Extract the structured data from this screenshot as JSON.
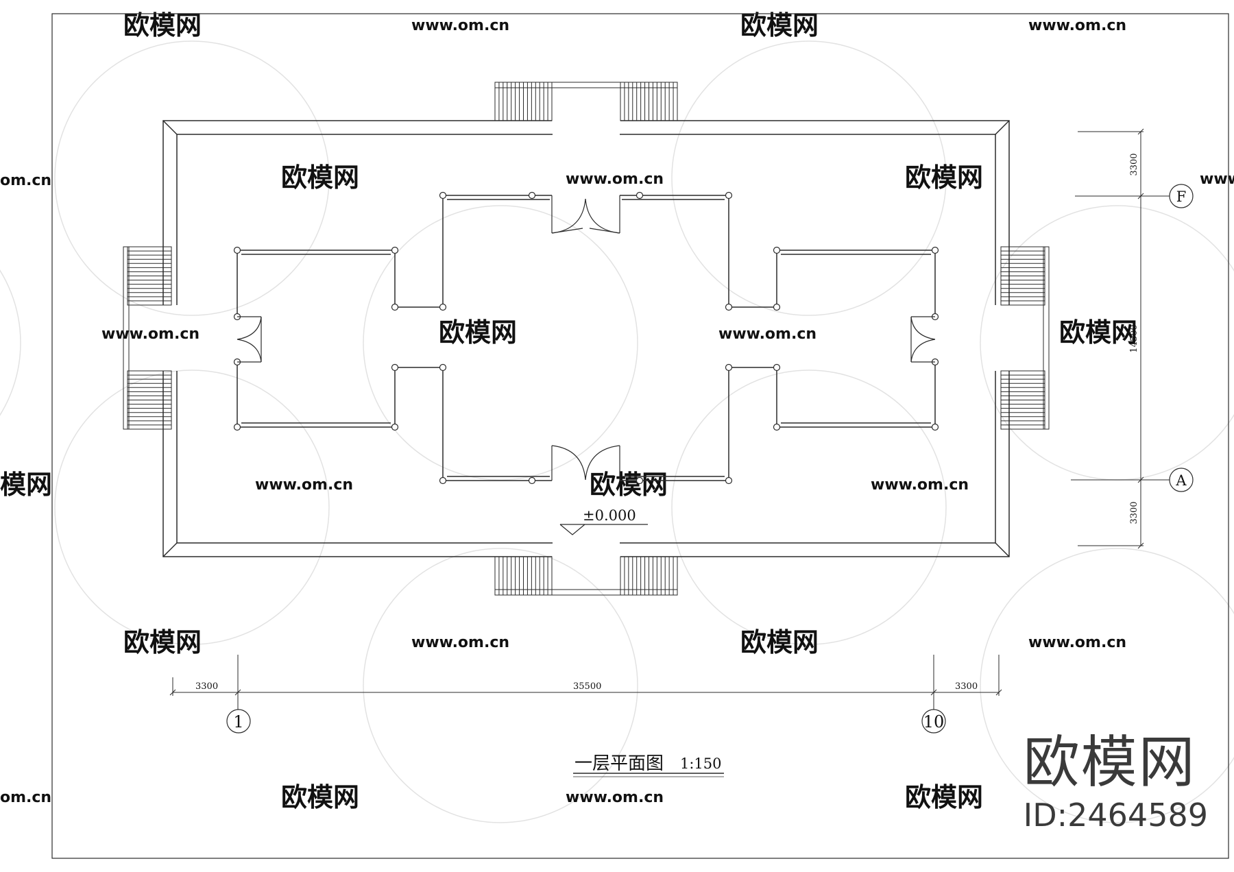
{
  "drawing": {
    "title": "一层平面图",
    "scale": "1:150",
    "level": "±0.000",
    "dims": {
      "left_bay": "3300",
      "center_span": "35500",
      "right_bay": "3300",
      "top_bay": "3300",
      "middle_span": "14500",
      "bottom_bay": "3300"
    },
    "axes": {
      "bottom_left": "1",
      "bottom_right": "10",
      "right_top": "F",
      "right_bottom": "A"
    }
  },
  "watermark": {
    "logo_text": "欧模网",
    "url_text": "www.om.cn",
    "url_fragment": "om.cn",
    "logo_fragment": "模网"
  },
  "brand": {
    "name": "欧模网",
    "id": "ID:2464589"
  },
  "colors": {
    "line": "#2a2a2a",
    "watermark": "#d7d7d7",
    "brand": "#3a3a3a"
  }
}
